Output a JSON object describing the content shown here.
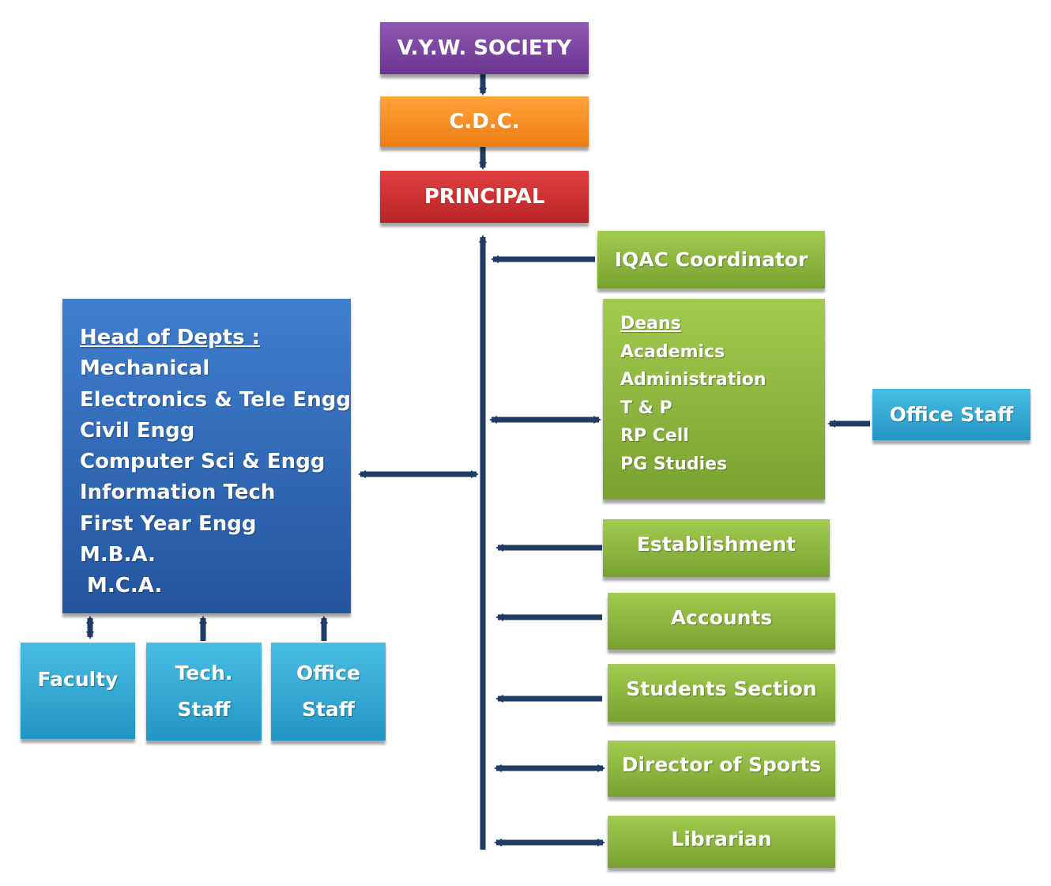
{
  "top": {
    "society": "V.Y.W. SOCIETY",
    "cdc": "C.D.C.",
    "principal": "PRINCIPAL"
  },
  "hod": {
    "heading": "Head of Depts :",
    "items": [
      "Mechanical",
      "Electronics & Tele Engg",
      "Civil Engg",
      "Computer Sci & Engg",
      "Information Tech",
      "First Year Engg",
      "M.B.A.",
      " M.C.A."
    ]
  },
  "bottom": {
    "faculty": "Faculty",
    "tech_staff_line1": "Tech.",
    "tech_staff_line2": "Staff",
    "office_staff_line1": "Office",
    "office_staff_line2": "Staff"
  },
  "right": {
    "iqac": "IQAC Coordinator",
    "deans": {
      "heading": "Deans",
      "items": [
        "Academics",
        "Administration",
        "T & P",
        "RP Cell",
        "PG Studies"
      ]
    },
    "office_staff": "Office Staff",
    "establishment": "Establishment",
    "accounts": "Accounts",
    "students_section": "Students Section",
    "director_sports": "Director of Sports",
    "librarian": "Librarian"
  },
  "colors": {
    "connector": "#1f3c64",
    "society": "#7b44a2",
    "cdc": "#f88c22",
    "principal": "#cc3131",
    "green": "#8db53c",
    "cyan": "#2ea9d6",
    "blue": "#2f68b8"
  }
}
